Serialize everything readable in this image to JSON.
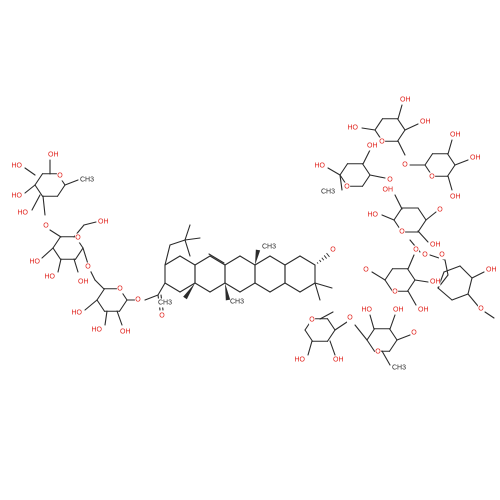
{
  "atom_labels": {
    "oxygen": "O",
    "hydroxyl": "OH",
    "hydroxyl_left": "HO",
    "methyl": "CH3",
    "methoxy": "O"
  },
  "colors": {
    "bond": "#2b2b2b",
    "heteroatom": "#e0211b",
    "background": "#ffffff"
  }
}
